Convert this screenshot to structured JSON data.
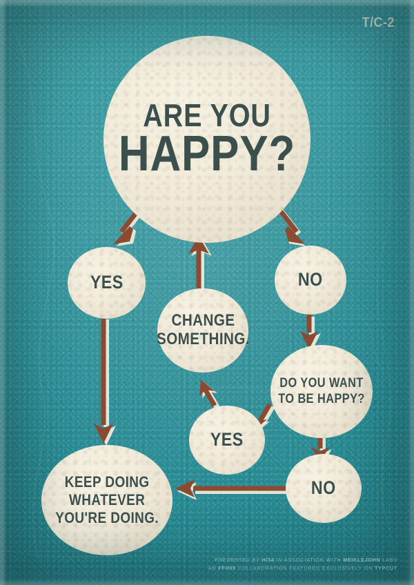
{
  "poster": {
    "corner_code": "T/C-2",
    "colors": {
      "background_teal": "#2e8b93",
      "circle_cream": "#f1ebdb",
      "text_slate": "#3b4f4c",
      "arrow_rust": "#8a4b32",
      "arrow_shadow": "#f3eddd",
      "credit_text": "#cfe4e2"
    }
  },
  "nodes": {
    "main": {
      "line1": "ARE YOU",
      "line2": "HAPPY?"
    },
    "yes_top": {
      "label": "YES"
    },
    "no_top": {
      "label": "NO"
    },
    "change": {
      "line1": "CHANGE",
      "line2": "SOMETHING."
    },
    "want": {
      "line1": "DO YOU WANT",
      "line2": "TO BE HAPPY?"
    },
    "yes_bottom": {
      "label": "YES"
    },
    "no_bottom": {
      "label": "NO"
    },
    "keep": {
      "line1": "KEEP DOING",
      "line2": "WHATEVER",
      "line3": "YOU'RE DOING."
    }
  },
  "arrows": [
    {
      "name": "arrow-main-to-yes",
      "from": "ARE YOU HAPPY?",
      "to": "YES",
      "direction": "down-left"
    },
    {
      "name": "arrow-main-to-no",
      "from": "ARE YOU HAPPY?",
      "to": "NO",
      "direction": "down-right"
    },
    {
      "name": "arrow-change-to-main",
      "from": "CHANGE SOMETHING.",
      "to": "ARE YOU HAPPY?",
      "direction": "up"
    },
    {
      "name": "arrow-yes-to-keep",
      "from": "YES",
      "to": "KEEP DOING WHATEVER YOU'RE DOING.",
      "direction": "down"
    },
    {
      "name": "arrow-no-to-want",
      "from": "NO",
      "to": "DO YOU WANT TO BE HAPPY?",
      "direction": "down"
    },
    {
      "name": "arrow-yes-to-change",
      "from": "YES",
      "to": "CHANGE SOMETHING.",
      "direction": "up-left"
    },
    {
      "name": "arrow-want-to-yes",
      "from": "DO YOU WANT TO BE HAPPY?",
      "to": "YES",
      "direction": "down-left"
    },
    {
      "name": "arrow-want-to-no",
      "from": "DO YOU WANT TO BE HAPPY?",
      "to": "NO",
      "direction": "down"
    },
    {
      "name": "arrow-no-to-keep",
      "from": "NO",
      "to": "KEEP DOING WHATEVER YOU'RE DOING.",
      "direction": "left"
    }
  ],
  "credits": {
    "line1_pre": "PRESENTED BY ",
    "line1_b1": "H/34",
    "line1_mid": " IN ASSOCIATION WITH ",
    "line1_b2": "MEIKLEJOHN",
    "line1_post": " LABS",
    "line2_pre": "AN ",
    "line2_b1": "FFH09",
    "line2_mid": " COLLABORATION FEATURED EXCLUSIVELY ON ",
    "line2_b2": "TYPCUT"
  }
}
